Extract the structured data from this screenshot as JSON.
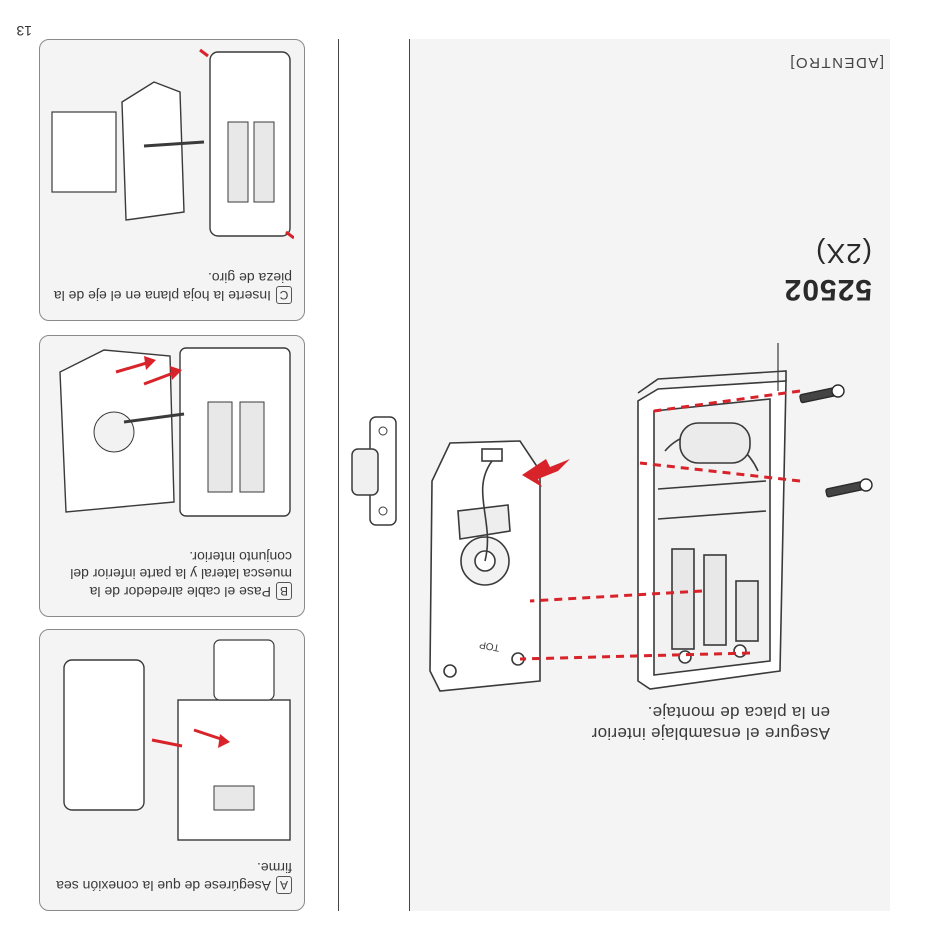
{
  "page_number": "13",
  "main": {
    "instruction_line1": "Asegure el ensamblaje interior",
    "instruction_line2": "en la placa de montaje.",
    "screw_code": "52502",
    "screw_quantity": "(2X)",
    "location_label": "[ADENTRO]",
    "plate_mark": "TOP"
  },
  "steps": [
    {
      "letter": "A",
      "text": "Asegúrese de que la conexión sea firme."
    },
    {
      "letter": "B",
      "text": "Pase el cable alrededor de la muesca lateral y la parte inferior del conjunto interior."
    },
    {
      "letter": "C",
      "text": "Inserte la hoja plana en el eje de la pieza de giro."
    }
  ],
  "colors": {
    "accent_red": "#d8232a",
    "line_art": "#3a3a3a",
    "panel_bg": "#f4f4f4"
  }
}
